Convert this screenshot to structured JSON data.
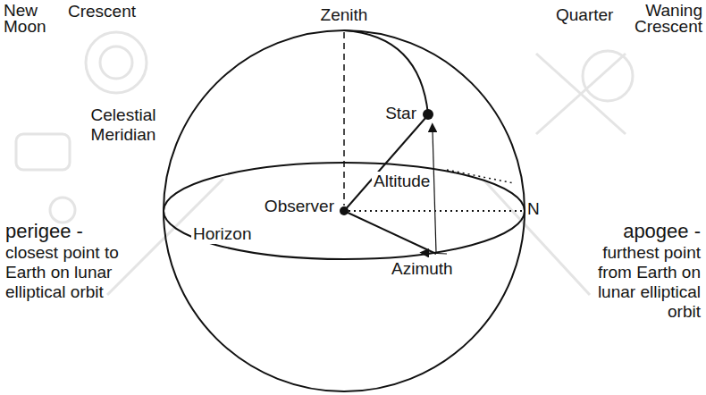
{
  "diagram": {
    "labels": [
      "New",
      "Crescent",
      "Moon",
      "Quarter",
      "Waning",
      "Crescent",
      "Zenith",
      "Celestial Meridian",
      "Star",
      "Altitude",
      "Observer",
      "Horizon",
      "N",
      "Azimuth",
      "perigee -",
      "closest point to Earth on lunar elliptical orbit",
      "apogee -",
      "furthest point from Earth on lunar elliptical orbit"
    ]
  }
}
